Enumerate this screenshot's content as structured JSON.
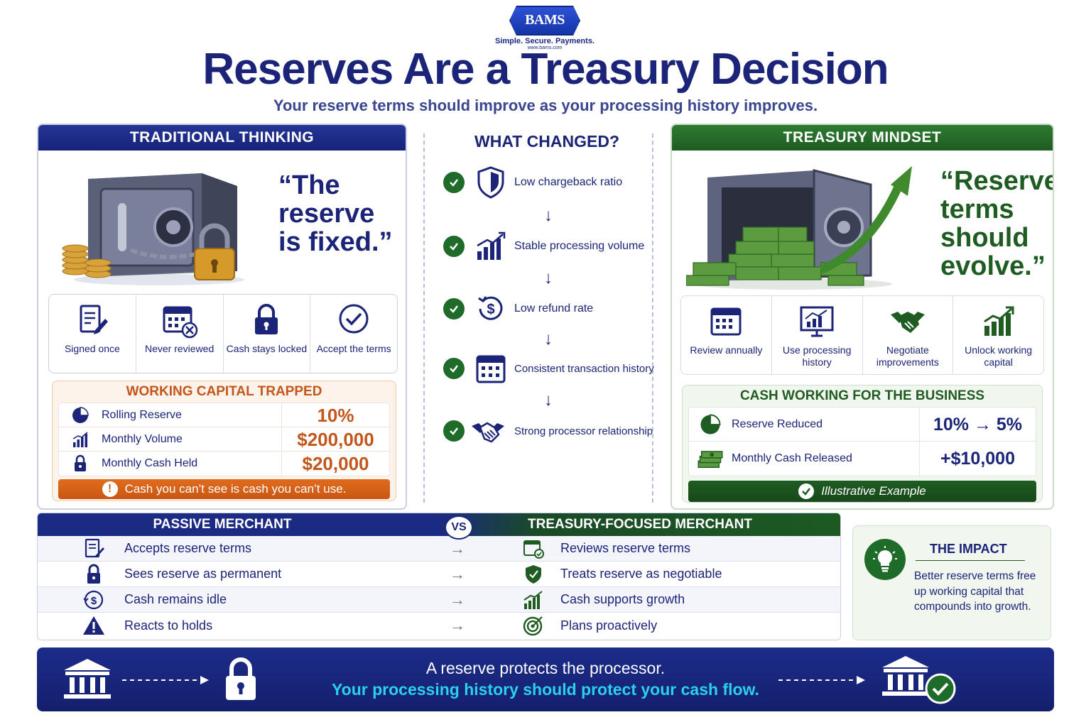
{
  "logo": {
    "name": "BAMS",
    "tagline": "Simple. Secure. Payments.",
    "url": "www.bams.com"
  },
  "title": "Reserves Are a Treasury Decision",
  "subtitle": "Your reserve terms should improve as your processing history improves.",
  "traditional": {
    "header": "TRADITIONAL THINKING",
    "quote": "“The reserve is fixed.”",
    "icons": [
      {
        "icon": "document-pen-icon",
        "label": "Signed once"
      },
      {
        "icon": "calendar-x-icon",
        "label": "Never reviewed"
      },
      {
        "icon": "lock-icon",
        "label": "Cash stays locked"
      },
      {
        "icon": "check-circle-icon",
        "label": "Accept the terms"
      }
    ],
    "working_capital": {
      "title": "WORKING CAPITAL TRAPPED",
      "rows": [
        {
          "icon": "pie-chart-icon",
          "label": "Rolling Reserve",
          "value": "10%"
        },
        {
          "icon": "bar-chart-icon",
          "label": "Monthly Volume",
          "value": "$200,000"
        },
        {
          "icon": "lock-icon",
          "label": "Monthly Cash Held",
          "value": "$20,000"
        }
      ],
      "alert": "Cash you can’t see is cash you can’t use."
    }
  },
  "changed": {
    "title": "WHAT CHANGED?",
    "steps": [
      {
        "icon": "shield-check-icon",
        "label": "Low chargeback ratio"
      },
      {
        "icon": "growth-chart-icon",
        "label": "Stable processing volume"
      },
      {
        "icon": "refund-dollar-icon",
        "label": "Low refund rate"
      },
      {
        "icon": "calendar-icon",
        "label": "Consistent transaction history"
      },
      {
        "icon": "handshake-icon",
        "label": "Strong processor relationship"
      }
    ]
  },
  "treasury": {
    "header": "TREASURY MINDSET",
    "quote": "“Reserve terms should evolve.”",
    "icons": [
      {
        "icon": "calendar-icon",
        "label": "Review annually"
      },
      {
        "icon": "presentation-chart-icon",
        "label": "Use processing history"
      },
      {
        "icon": "handshake-icon",
        "label": "Negotiate improvements"
      },
      {
        "icon": "growth-chart-icon",
        "label": "Unlock working capital"
      }
    ],
    "cash_working": {
      "title": "CASH WORKING FOR THE BUSINESS",
      "rows": [
        {
          "icon": "pie-chart-icon",
          "label": "Reserve Reduced",
          "value": "10% → 5%"
        },
        {
          "icon": "cash-stack-icon",
          "label": "Monthly Cash Released",
          "value": "+$10,000"
        }
      ],
      "footer": "Illustrative Example"
    }
  },
  "comparison": {
    "left_header": "PASSIVE MERCHANT",
    "vs": "VS",
    "right_header": "TREASURY-FOCUSED MERCHANT",
    "rows": [
      {
        "left_icon": "document-pen-icon",
        "left": "Accepts reserve terms",
        "right_icon": "calendar-check-icon",
        "right": "Reviews reserve terms"
      },
      {
        "left_icon": "lock-icon",
        "left": "Sees reserve as permanent",
        "right_icon": "shield-check-icon",
        "right": "Treats reserve as negotiable"
      },
      {
        "left_icon": "refund-dollar-icon",
        "left": "Cash remains idle",
        "right_icon": "growth-chart-icon",
        "right": "Cash supports growth"
      },
      {
        "left_icon": "warning-icon",
        "left": "Reacts to holds",
        "right_icon": "target-icon",
        "right": "Plans proactively"
      }
    ]
  },
  "impact": {
    "title": "THE IMPACT",
    "body": "Better reserve terms free up working capital that compounds into growth."
  },
  "footer": {
    "line1": "A reserve protects the processor.",
    "line2": "Your processing history should protect your cash flow."
  },
  "colors": {
    "navy": "#1b2478",
    "green": "#1f5c22",
    "orange": "#c2561b",
    "cyan": "#2ad1ec"
  }
}
